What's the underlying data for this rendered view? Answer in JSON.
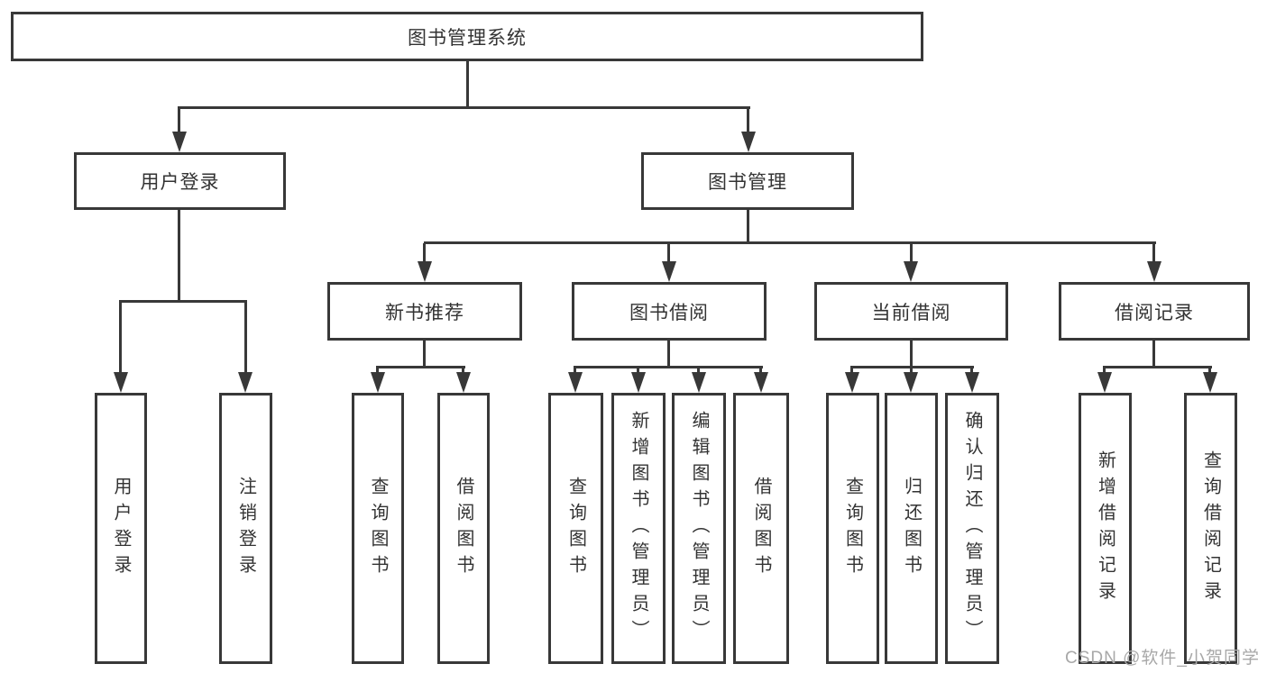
{
  "tree": {
    "root": {
      "label": "图书管理系统",
      "children": [
        {
          "label": "用户登录",
          "children": [
            {
              "label": "用户登录"
            },
            {
              "label": "注销登录"
            }
          ]
        },
        {
          "label": "图书管理",
          "children": [
            {
              "label": "新书推荐",
              "children": [
                {
                  "label": "查询图书"
                },
                {
                  "label": "借阅图书"
                }
              ]
            },
            {
              "label": "图书借阅",
              "children": [
                {
                  "label": "查询图书"
                },
                {
                  "label": "新增图书（管理员）"
                },
                {
                  "label": "编辑图书（管理员）"
                },
                {
                  "label": "借阅图书"
                }
              ]
            },
            {
              "label": "当前借阅",
              "children": [
                {
                  "label": "查询图书"
                },
                {
                  "label": "归还图书"
                },
                {
                  "label": "确认归还（管理员）"
                }
              ]
            },
            {
              "label": "借阅记录",
              "children": [
                {
                  "label": "新增借阅记录"
                },
                {
                  "label": "查询借阅记录"
                }
              ]
            }
          ]
        }
      ]
    }
  },
  "watermark": "CSDN @软件_小贺同学",
  "colors": {
    "line": "#383838",
    "text": "#333333",
    "background": "#ffffff",
    "watermark": "#a8a8a8"
  }
}
